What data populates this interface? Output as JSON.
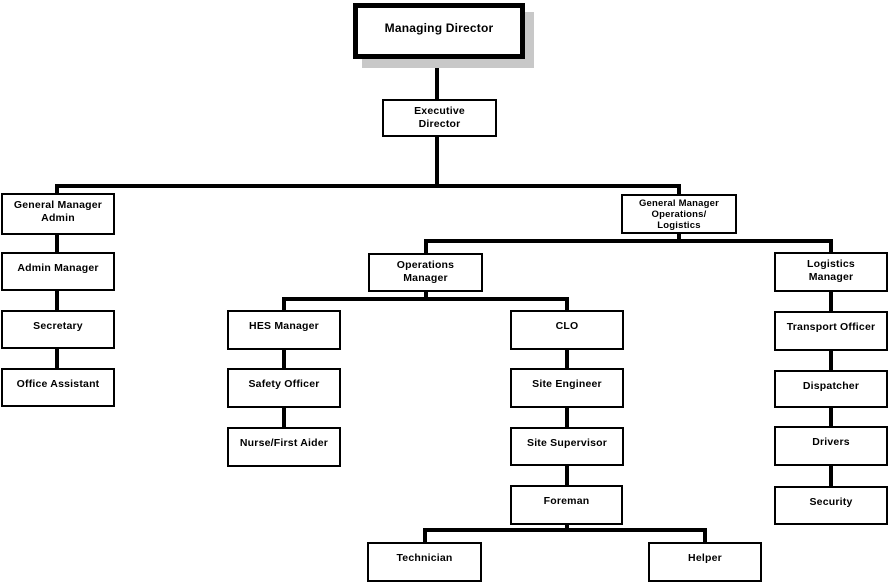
{
  "diagram_type": "organizational-chart",
  "colors": {
    "line": "#000000",
    "box_fill": "#ffffff",
    "box_border": "#000000",
    "root_shadow": "#c8c8c8",
    "background": "#ffffff"
  },
  "nodes": {
    "managing_director": {
      "label": "Managing Director"
    },
    "executive_director": {
      "label": "Executive\nDirector"
    },
    "gm_admin": {
      "label": "General Manager\nAdmin"
    },
    "admin_manager": {
      "label": "Admin Manager"
    },
    "secretary": {
      "label": "Secretary"
    },
    "office_assistant": {
      "label": "Office Assistant"
    },
    "gm_operations_logistics": {
      "label": "General Manager\nOperations/\nLogistics"
    },
    "operations_manager": {
      "label": "Operations\nManager"
    },
    "logistics_manager": {
      "label": "Logistics\nManager"
    },
    "hes_manager": {
      "label": "HES Manager"
    },
    "safety_officer": {
      "label": "Safety Officer"
    },
    "nurse_first_aider": {
      "label": "Nurse/First Aider"
    },
    "clo": {
      "label": "CLO"
    },
    "site_engineer": {
      "label": "Site Engineer"
    },
    "site_supervisor": {
      "label": "Site Supervisor"
    },
    "foreman": {
      "label": "Foreman"
    },
    "technician": {
      "label": "Technician"
    },
    "helper": {
      "label": "Helper"
    },
    "transport_officer": {
      "label": "Transport Officer"
    },
    "dispatcher": {
      "label": "Dispatcher"
    },
    "drivers": {
      "label": "Drivers"
    },
    "security": {
      "label": "Security"
    }
  },
  "edges": [
    {
      "from": "managing_director",
      "to": "executive_director"
    },
    {
      "from": "executive_director",
      "to": "gm_admin"
    },
    {
      "from": "executive_director",
      "to": "gm_operations_logistics"
    },
    {
      "from": "gm_admin",
      "to": "admin_manager"
    },
    {
      "from": "admin_manager",
      "to": "secretary"
    },
    {
      "from": "secretary",
      "to": "office_assistant"
    },
    {
      "from": "gm_operations_logistics",
      "to": "operations_manager"
    },
    {
      "from": "gm_operations_logistics",
      "to": "logistics_manager"
    },
    {
      "from": "operations_manager",
      "to": "hes_manager"
    },
    {
      "from": "operations_manager",
      "to": "clo"
    },
    {
      "from": "hes_manager",
      "to": "safety_officer"
    },
    {
      "from": "safety_officer",
      "to": "nurse_first_aider"
    },
    {
      "from": "clo",
      "to": "site_engineer"
    },
    {
      "from": "site_engineer",
      "to": "site_supervisor"
    },
    {
      "from": "site_supervisor",
      "to": "foreman"
    },
    {
      "from": "foreman",
      "to": "technician"
    },
    {
      "from": "foreman",
      "to": "helper"
    },
    {
      "from": "logistics_manager",
      "to": "transport_officer"
    },
    {
      "from": "transport_officer",
      "to": "dispatcher"
    },
    {
      "from": "dispatcher",
      "to": "drivers"
    },
    {
      "from": "drivers",
      "to": "security"
    }
  ]
}
